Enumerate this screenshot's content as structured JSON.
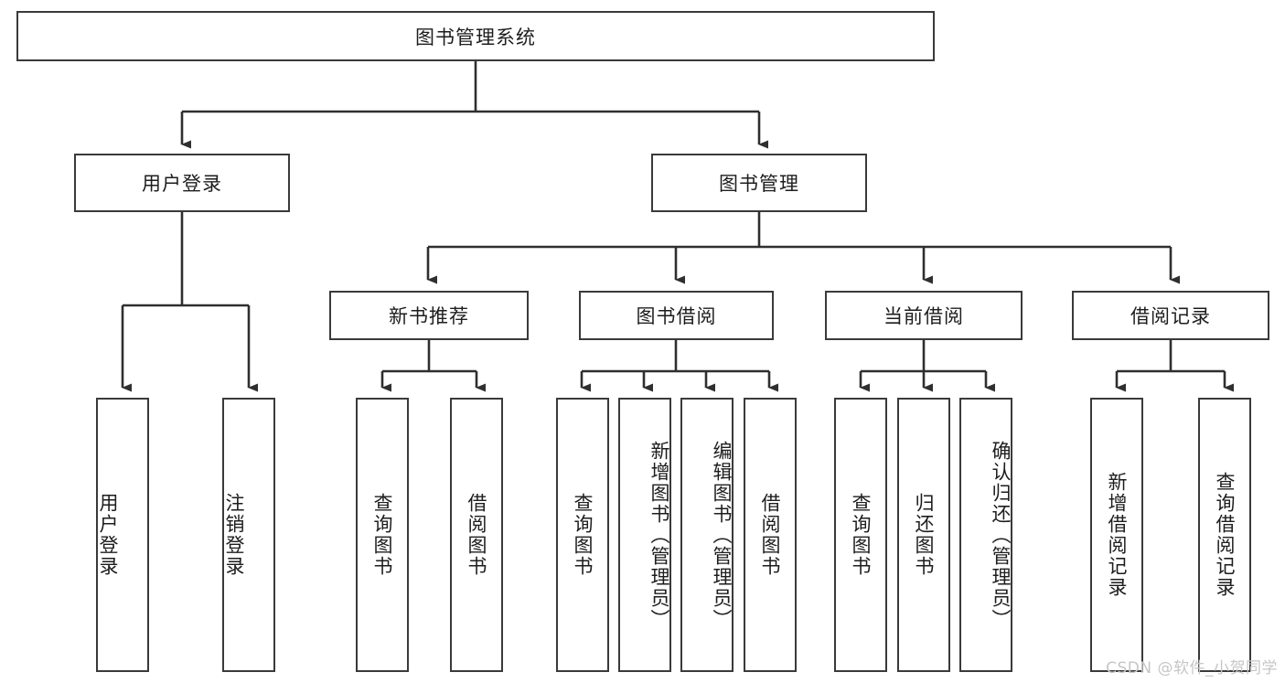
{
  "diagram": {
    "title": "图书管理系统",
    "type": "tree-hierarchy-diagram",
    "colors": {
      "box_border": "#3a3a3a",
      "box_fill": "#ffffff",
      "connector": "#2f2f2f",
      "text": "#1d1d1d",
      "watermark": "#c6c6c6",
      "background": "#ffffff"
    },
    "nodes": {
      "root": {
        "label": "图书管理系统"
      },
      "level2": [
        {
          "id": "user-login",
          "label": "用户登录"
        },
        {
          "id": "book-management",
          "label": "图书管理"
        }
      ],
      "level3": [
        {
          "id": "new-book-recommend",
          "label": "新书推荐"
        },
        {
          "id": "book-borrow",
          "label": "图书借阅"
        },
        {
          "id": "current-borrow",
          "label": "当前借阅"
        },
        {
          "id": "borrow-record",
          "label": "借阅记录"
        }
      ],
      "leaves": {
        "user_login": [
          {
            "id": "leaf-user-login",
            "label": "用户登录"
          },
          {
            "id": "leaf-logout-login",
            "label": "注销登录"
          }
        ],
        "new_book_recommend": [
          {
            "id": "leaf-query-book-1",
            "label": "查询图书"
          },
          {
            "id": "leaf-borrow-book-1",
            "label": "借阅图书"
          }
        ],
        "book_borrow": [
          {
            "id": "leaf-query-book-2",
            "label": "查询图书"
          },
          {
            "id": "leaf-add-book",
            "label": "新增图书（管理员）"
          },
          {
            "id": "leaf-edit-book",
            "label": "编辑图书（管理员）"
          },
          {
            "id": "leaf-borrow-book-2",
            "label": "借阅图书"
          }
        ],
        "current_borrow": [
          {
            "id": "leaf-query-book-3",
            "label": "查询图书"
          },
          {
            "id": "leaf-return-book",
            "label": "归还图书"
          },
          {
            "id": "leaf-confirm-return",
            "label": "确认归还（管理员）"
          }
        ],
        "borrow_record": [
          {
            "id": "leaf-add-borrow-record",
            "label": "新增借阅记录"
          },
          {
            "id": "leaf-query-borrow-record",
            "label": "查询借阅记录"
          }
        ]
      }
    },
    "watermark": "CSDN @软件_小贺同学"
  }
}
